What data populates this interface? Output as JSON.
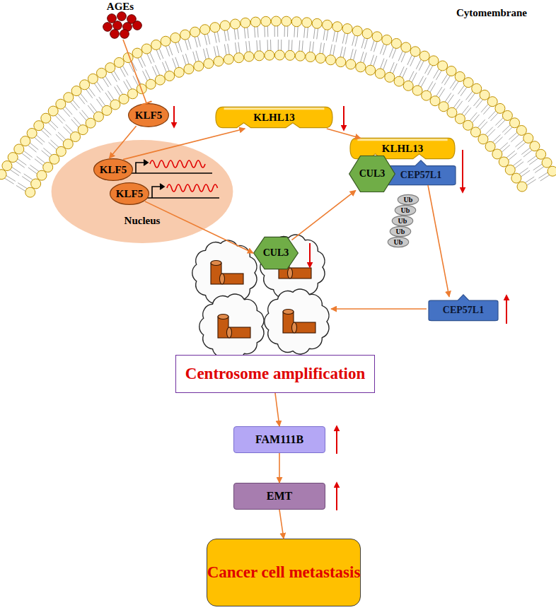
{
  "diagram": {
    "nodes": [
      {
        "text": [
          "AGEs"
        ]
      },
      {
        "text": [
          "KLF5"
        ]
      },
      {
        "text": [
          "Nucleus"
        ]
      },
      {
        "text": [
          "KLF5"
        ],
        "in": 2
      },
      {
        "text": [
          "KLF5"
        ],
        "in": 2
      },
      {
        "text": [
          "KLHL13"
        ]
      },
      {
        "text": [
          "CUL3"
        ]
      },
      {
        "text": [
          "KLHL13"
        ]
      },
      {
        "text": [
          "CUL3"
        ]
      },
      {
        "text": [
          "CEP57L1"
        ]
      },
      {
        "text": [
          "Ub"
        ]
      },
      {
        "text": [
          "Ub"
        ]
      },
      {
        "text": [
          "Ub"
        ]
      },
      {
        "text": [
          "Ub"
        ]
      },
      {
        "text": [
          "Ub"
        ]
      },
      {
        "text": [
          "CEP57L1"
        ]
      },
      {
        "text": [
          "Centrosome amplification"
        ]
      },
      {
        "text": [
          "FAM111B"
        ]
      },
      {
        "text": [
          "EMT"
        ]
      },
      {
        "text": [
          "Cancer cell metastasis"
        ]
      }
    ],
    "edges": [
      {
        "from": 0,
        "to": 1,
        "arrow": "to"
      },
      {
        "from": 1,
        "to": 3,
        "arrow": "to"
      },
      {
        "from": 3,
        "to": 5,
        "arrow": "to"
      },
      {
        "from": 4,
        "to": 6,
        "arrow": "to"
      },
      {
        "from": 5,
        "to": 7,
        "arrow": "to"
      },
      {
        "from": 6,
        "to": 8,
        "arrow": "to"
      },
      {
        "from": 9,
        "to": 15,
        "arrow": "to"
      },
      {
        "from": 16,
        "to": 17,
        "arrow": "to"
      },
      {
        "from": 17,
        "to": 18,
        "arrow": "to"
      },
      {
        "from": 18,
        "to": 19,
        "arrow": "to"
      }
    ],
    "labels": [
      "Cytomembrane"
    ]
  }
}
